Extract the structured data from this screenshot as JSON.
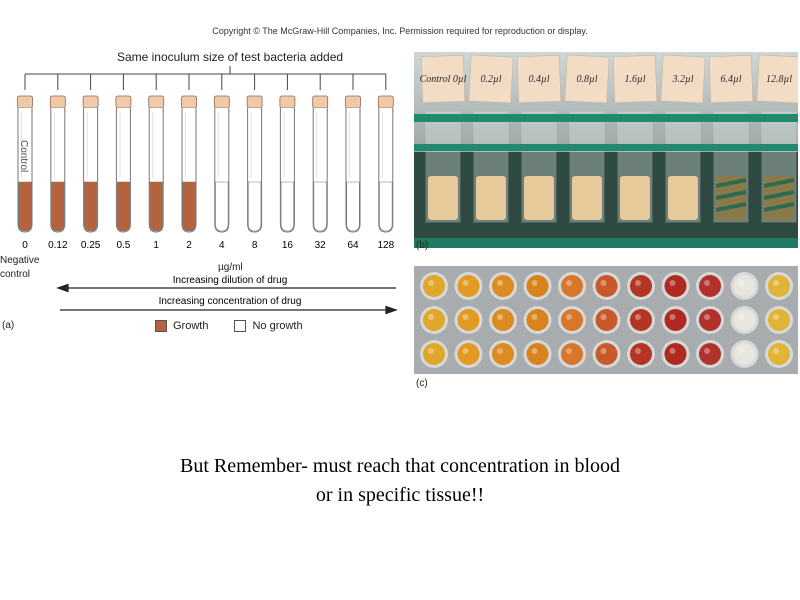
{
  "header": {
    "copyright": "Copyright © The McGraw-Hill Companies, Inc. Permission required for reproduction or display."
  },
  "panel_a": {
    "label": "(a)",
    "inoculum_label": "Same inoculum size of test bacteria added",
    "control_tube_text": "Control",
    "concentrations": [
      "0",
      "0.12",
      "0.25",
      "0.5",
      "1",
      "2",
      "4",
      "8",
      "16",
      "32",
      "64",
      "128"
    ],
    "growth": [
      true,
      true,
      true,
      true,
      true,
      true,
      false,
      false,
      false,
      false,
      false,
      false
    ],
    "negative_control_line1": "Negative",
    "negative_control_line2": "control",
    "unit": "µg/ml",
    "dilution_arrow": "Increasing dilution of drug",
    "concentration_arrow": "Increasing concentration of drug",
    "legend_growth": "Growth",
    "legend_no_growth": "No growth",
    "growth_color": "#b5633f"
  },
  "panel_b": {
    "label": "(b)",
    "tube_labels": [
      "Control 0µl",
      "0.2µl",
      "0.4µl",
      "0.8µl",
      "1.6µl",
      "3.2µl",
      "6.4µl",
      "12.8µl"
    ],
    "growth": [
      true,
      true,
      true,
      true,
      true,
      true,
      false,
      false
    ]
  },
  "panel_c": {
    "label": "(c)",
    "well_colors": [
      "#e1a72a",
      "#e39a25",
      "#dd8a22",
      "#d9831f",
      "#d8762a",
      "#c85a2a",
      "#b53524",
      "#b02a22",
      "#b0322a",
      "#e8e6df",
      "#e1b436"
    ]
  },
  "note": {
    "line1": "But Remember- must reach that concentration in blood",
    "line2": "or in specific tissue!!"
  }
}
